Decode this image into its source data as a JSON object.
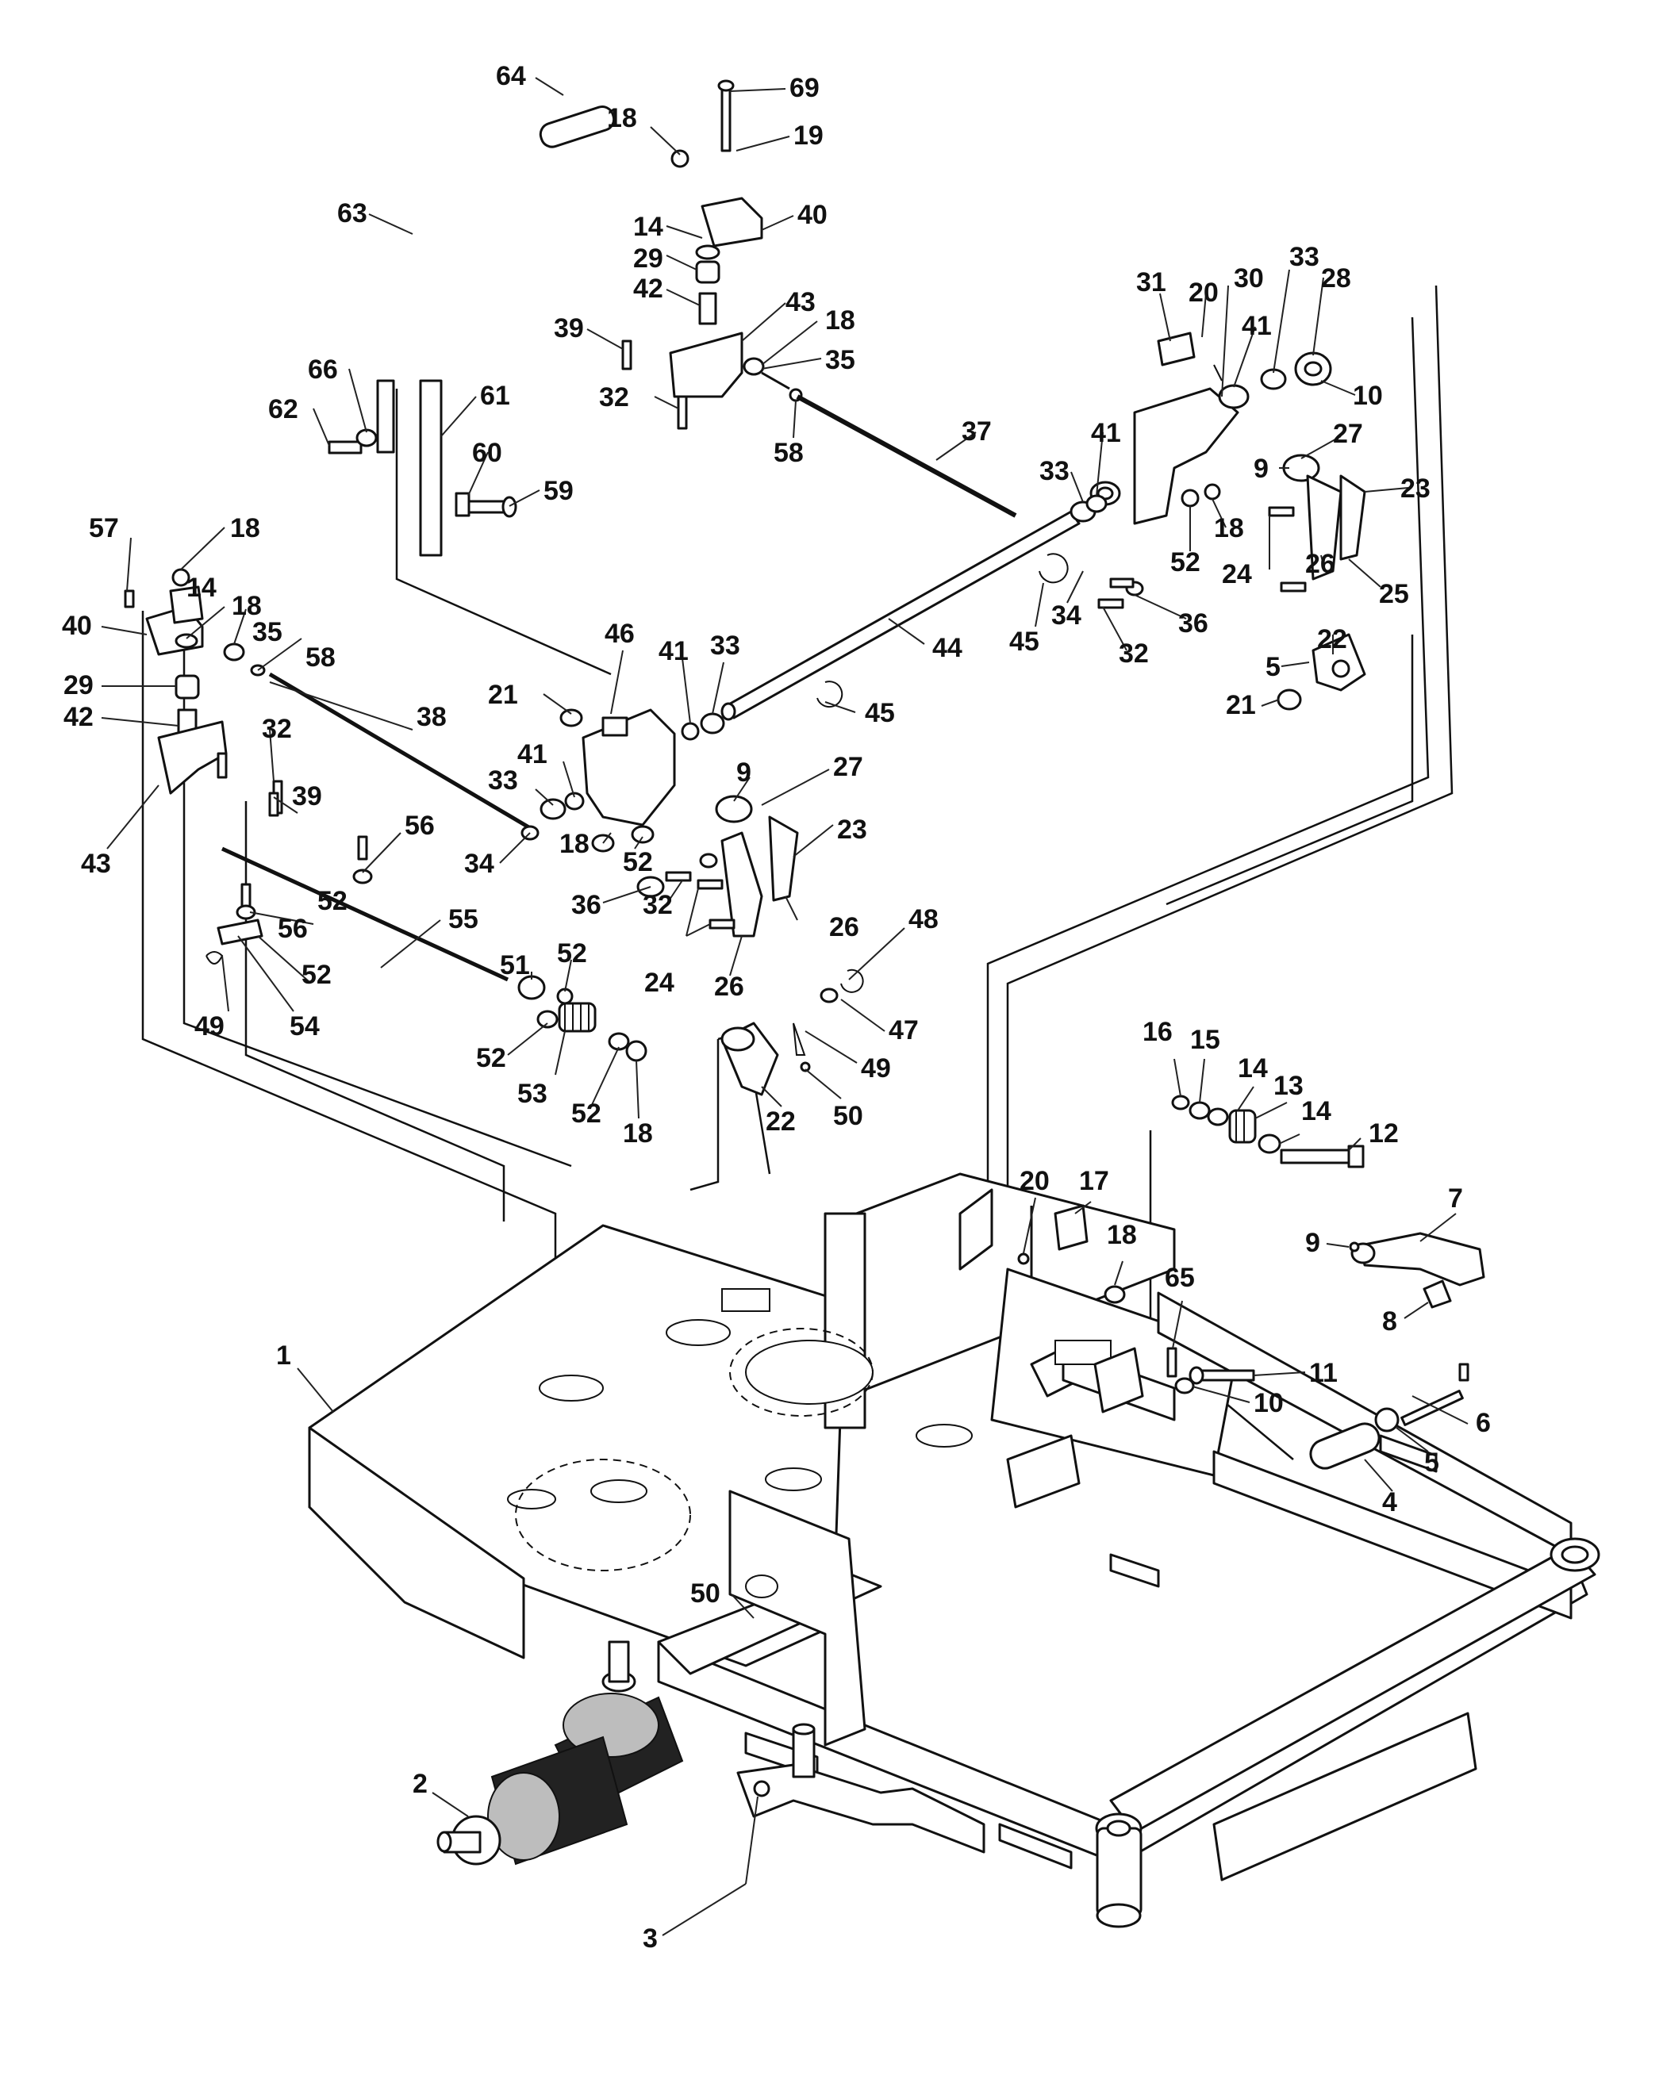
{
  "callouts": [
    {
      "id": "c64a",
      "text": "64"
    },
    {
      "id": "c69",
      "text": "69"
    },
    {
      "id": "c18a",
      "text": "18"
    },
    {
      "id": "c19",
      "text": "19"
    },
    {
      "id": "c63",
      "text": "63"
    },
    {
      "id": "c14a",
      "text": "14"
    },
    {
      "id": "c40a",
      "text": "40"
    },
    {
      "id": "c29a",
      "text": "29"
    },
    {
      "id": "c42a",
      "text": "42"
    },
    {
      "id": "c43a",
      "text": "43"
    },
    {
      "id": "c39a",
      "text": "39"
    },
    {
      "id": "c18b",
      "text": "18"
    },
    {
      "id": "c35a",
      "text": "35"
    },
    {
      "id": "c32a",
      "text": "32"
    },
    {
      "id": "c58a",
      "text": "58"
    },
    {
      "id": "c66",
      "text": "66"
    },
    {
      "id": "c62",
      "text": "62"
    },
    {
      "id": "c61",
      "text": "61"
    },
    {
      "id": "c60",
      "text": "60"
    },
    {
      "id": "c59",
      "text": "59"
    },
    {
      "id": "c37",
      "text": "37"
    },
    {
      "id": "c31",
      "text": "31"
    },
    {
      "id": "c20a",
      "text": "20"
    },
    {
      "id": "c30",
      "text": "30"
    },
    {
      "id": "c33a",
      "text": "33"
    },
    {
      "id": "c28",
      "text": "28"
    },
    {
      "id": "c41a",
      "text": "41"
    },
    {
      "id": "c10a",
      "text": "10"
    },
    {
      "id": "c27a",
      "text": "27"
    },
    {
      "id": "c9a",
      "text": "9"
    },
    {
      "id": "c23a",
      "text": "23"
    },
    {
      "id": "c33b",
      "text": "33"
    },
    {
      "id": "c41b",
      "text": "41"
    },
    {
      "id": "c52a",
      "text": "52"
    },
    {
      "id": "c18c",
      "text": "18"
    },
    {
      "id": "c24a",
      "text": "24"
    },
    {
      "id": "c26a",
      "text": "26"
    },
    {
      "id": "c25",
      "text": "25"
    },
    {
      "id": "c34a",
      "text": "34"
    },
    {
      "id": "c36a",
      "text": "36"
    },
    {
      "id": "c45a",
      "text": "45"
    },
    {
      "id": "c32b",
      "text": "32"
    },
    {
      "id": "c44",
      "text": "44"
    },
    {
      "id": "c22a",
      "text": "22"
    },
    {
      "id": "c5a",
      "text": "5"
    },
    {
      "id": "c21a",
      "text": "21"
    },
    {
      "id": "c57",
      "text": "57"
    },
    {
      "id": "c18d",
      "text": "18"
    },
    {
      "id": "c14b",
      "text": "14"
    },
    {
      "id": "c40b",
      "text": "40"
    },
    {
      "id": "c18e",
      "text": "18"
    },
    {
      "id": "c35b",
      "text": "35"
    },
    {
      "id": "c58b",
      "text": "58"
    },
    {
      "id": "c46",
      "text": "46"
    },
    {
      "id": "c41c",
      "text": "41"
    },
    {
      "id": "c33c",
      "text": "33"
    },
    {
      "id": "c45b",
      "text": "45"
    },
    {
      "id": "c29b",
      "text": "29"
    },
    {
      "id": "c42b",
      "text": "42"
    },
    {
      "id": "c32c",
      "text": "32"
    },
    {
      "id": "c38",
      "text": "38"
    },
    {
      "id": "c21b",
      "text": "21"
    },
    {
      "id": "c43b",
      "text": "43"
    },
    {
      "id": "c39b",
      "text": "39"
    },
    {
      "id": "c33d",
      "text": "33"
    },
    {
      "id": "c41d",
      "text": "41"
    },
    {
      "id": "c9b",
      "text": "9"
    },
    {
      "id": "c27b",
      "text": "27"
    },
    {
      "id": "c56a",
      "text": "56"
    },
    {
      "id": "c18f",
      "text": "18"
    },
    {
      "id": "c52b",
      "text": "52"
    },
    {
      "id": "c23b",
      "text": "23"
    },
    {
      "id": "c52c",
      "text": "52"
    },
    {
      "id": "c34b",
      "text": "34"
    },
    {
      "id": "c36b",
      "text": "36"
    },
    {
      "id": "c32d",
      "text": "32"
    },
    {
      "id": "c26b",
      "text": "26"
    },
    {
      "id": "c56b",
      "text": "56"
    },
    {
      "id": "c55",
      "text": "55"
    },
    {
      "id": "c48",
      "text": "48"
    },
    {
      "id": "c52d",
      "text": "52"
    },
    {
      "id": "c24b",
      "text": "24"
    },
    {
      "id": "c51",
      "text": "51"
    },
    {
      "id": "c52e",
      "text": "52"
    },
    {
      "id": "c26c",
      "text": "26"
    },
    {
      "id": "c49a",
      "text": "49"
    },
    {
      "id": "c54",
      "text": "54"
    },
    {
      "id": "c47",
      "text": "47"
    },
    {
      "id": "c52f",
      "text": "52"
    },
    {
      "id": "c49b",
      "text": "49"
    },
    {
      "id": "c53",
      "text": "53"
    },
    {
      "id": "c16",
      "text": "16"
    },
    {
      "id": "c15",
      "text": "15"
    },
    {
      "id": "c14c",
      "text": "14"
    },
    {
      "id": "c13",
      "text": "13"
    },
    {
      "id": "c52g",
      "text": "52"
    },
    {
      "id": "c22b",
      "text": "22"
    },
    {
      "id": "c50a",
      "text": "50"
    },
    {
      "id": "c14d",
      "text": "14"
    },
    {
      "id": "c18g",
      "text": "18"
    },
    {
      "id": "c12",
      "text": "12"
    },
    {
      "id": "c20b",
      "text": "20"
    },
    {
      "id": "c17",
      "text": "17"
    },
    {
      "id": "c7",
      "text": "7"
    },
    {
      "id": "c18h",
      "text": "18"
    },
    {
      "id": "c9c",
      "text": "9"
    },
    {
      "id": "c8",
      "text": "8"
    },
    {
      "id": "c65",
      "text": "65"
    },
    {
      "id": "c1",
      "text": "1"
    },
    {
      "id": "c11",
      "text": "11"
    },
    {
      "id": "c10b",
      "text": "10"
    },
    {
      "id": "c6",
      "text": "6"
    },
    {
      "id": "c5b",
      "text": "5"
    },
    {
      "id": "c4",
      "text": "4"
    },
    {
      "id": "c50b",
      "text": "50"
    },
    {
      "id": "c2",
      "text": "2"
    },
    {
      "id": "c3",
      "text": "3"
    }
  ]
}
